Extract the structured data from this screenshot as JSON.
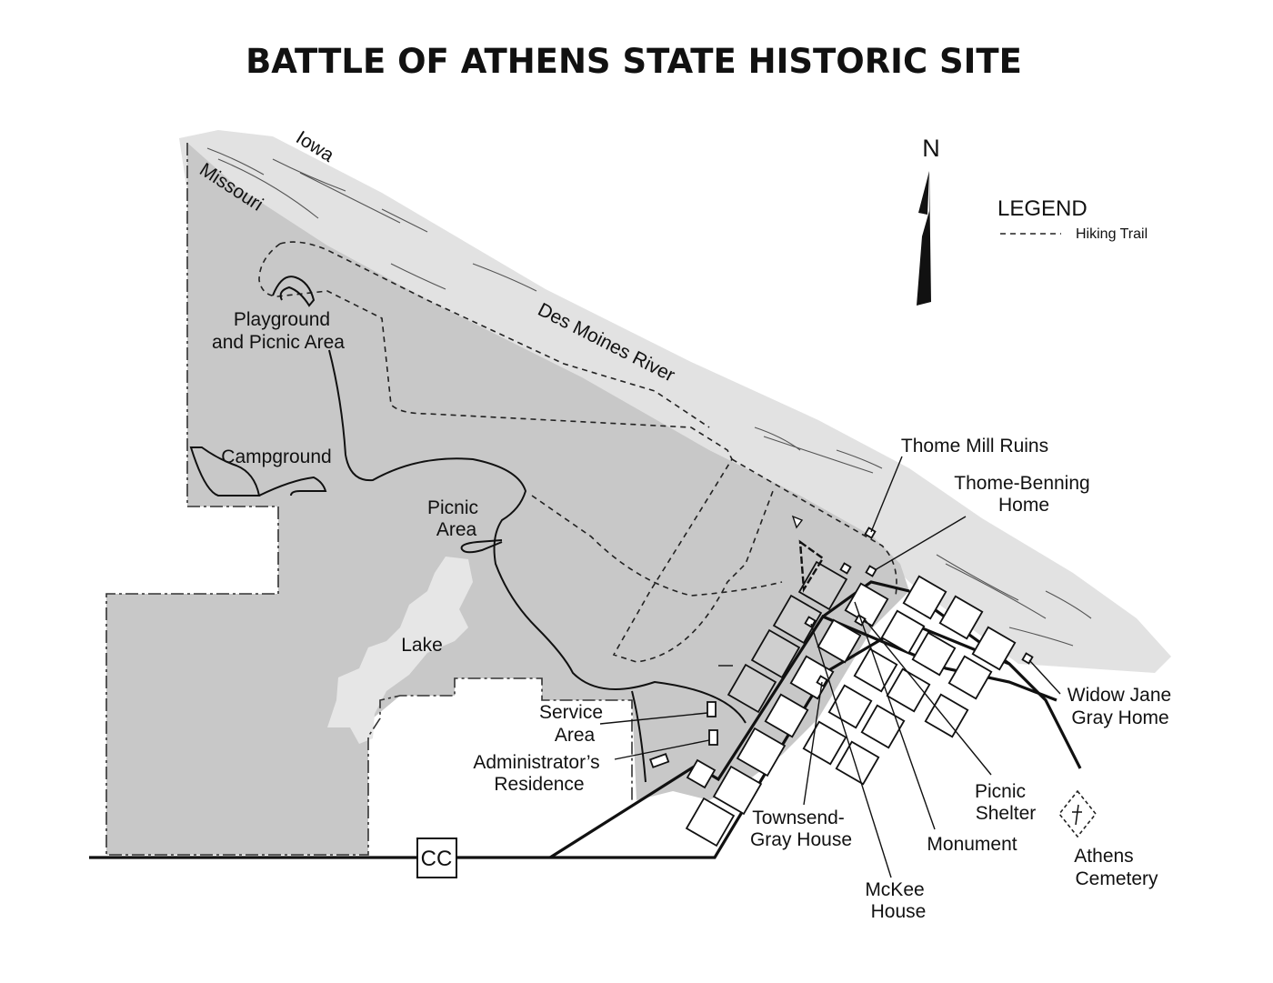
{
  "title": "BATTLE OF ATHENS STATE HISTORIC SITE",
  "north_label": "N",
  "legend": {
    "heading": "LEGEND",
    "items": [
      {
        "label": "Hiking Trail",
        "symbol": "dashed-line"
      }
    ]
  },
  "regions": {
    "state_north": "Iowa",
    "state_south": "Missouri",
    "river": "Des Moines River",
    "lake": "Lake"
  },
  "places": {
    "playground": [
      "Playground",
      "and Picnic Area"
    ],
    "campground": "Campground",
    "picnic_area": [
      "Picnic",
      "Area"
    ],
    "service_area": [
      "Service",
      "Area"
    ],
    "administrators_residence": [
      "Administrator’s",
      "Residence"
    ],
    "thome_mill_ruins": "Thome Mill Ruins",
    "thome_benning_home": [
      "Thome-Benning",
      "Home"
    ],
    "widow_jane_gray_home": [
      "Widow Jane",
      "Gray Home"
    ],
    "picnic_shelter": [
      "Picnic",
      "Shelter"
    ],
    "monument": "Monument",
    "mckee_house": [
      "McKee",
      "House"
    ],
    "townsend_gray_house": [
      "Townsend-",
      "Gray House"
    ],
    "athens_cemetery": [
      "Athens",
      "Cemetery"
    ]
  },
  "road_sign": "CC",
  "colors": {
    "park_fill": "#c8c8c8",
    "river_fill": "#e2e2e2",
    "lake_fill": "#e6e6e6",
    "line": "#111111"
  }
}
